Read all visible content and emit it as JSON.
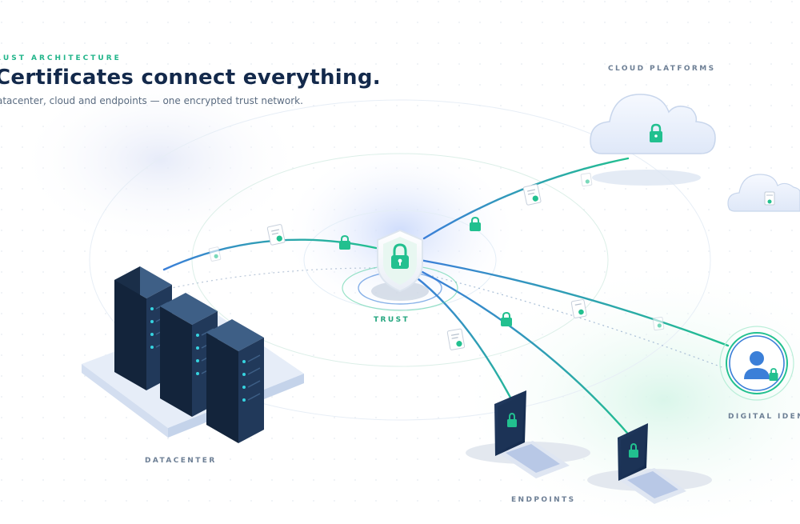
{
  "header": {
    "eyebrow": "RUST ARCHITECTURE",
    "title": "Certificates connect everything.",
    "subtitle": "atacenter, cloud and endpoints — one encrypted trust network."
  },
  "nodes": {
    "cloud_label": "CLOUD PLATFORMS",
    "trust_label": "TRUST",
    "datacenter_label": "DATACENTER",
    "endpoints_label": "ENDPOINTS",
    "identity_label": "DIGITAL IDENT"
  },
  "colors": {
    "accent_green": "#22c08f",
    "accent_blue": "#3b7fd8",
    "navy": "#13294b",
    "server_dark": "#14243a",
    "server_top": "#3e5f86"
  },
  "icons": [
    "shield-lock-icon",
    "lock-icon",
    "certificate-icon",
    "cloud-icon",
    "user-icon",
    "server-icon",
    "laptop-icon"
  ]
}
